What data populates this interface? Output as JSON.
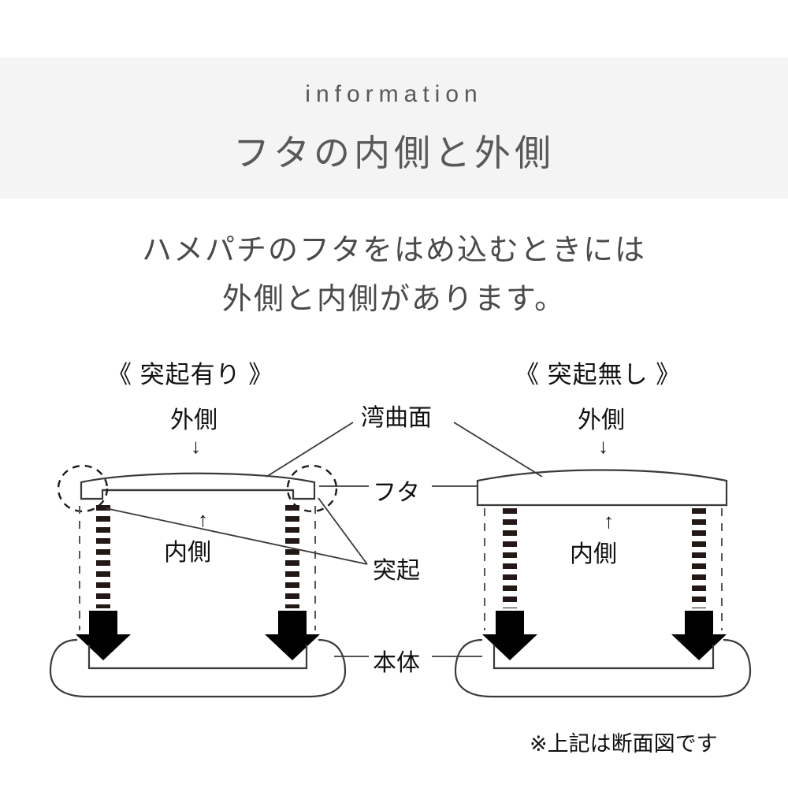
{
  "header": {
    "eyebrow": "information",
    "title": "フタの内側と外側",
    "band_color": "#f4f4f4",
    "text_color": "#59595a"
  },
  "lead": {
    "line1": "ハメパチのフタをはめ込むときには",
    "line2": "外側と内側があります。"
  },
  "diagram": {
    "left": {
      "section_title": "《 突起有り 》",
      "outside_label": "外側",
      "outside_arrow": "↓",
      "inside_label": "内側",
      "inside_arrow": "↑"
    },
    "right": {
      "section_title": "《 突起無し 》",
      "outside_label": "外側",
      "outside_arrow": "↓",
      "inside_label": "内側",
      "inside_arrow": "↑"
    },
    "center_labels": {
      "curved_surface": "湾曲面",
      "lid": "フタ",
      "protrusion": "突起",
      "body": "本体"
    },
    "footnote": "※上記は断面図です",
    "line_color": "#3a3a3a",
    "fill_color": "#1a1a1a"
  }
}
